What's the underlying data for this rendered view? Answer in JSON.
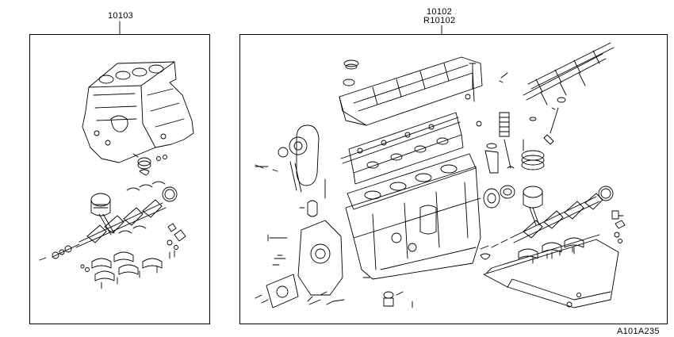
{
  "labels": {
    "part_left": "10103",
    "part_right_1": "10102",
    "part_right_2": "R10102",
    "diagram_code": "A101A235"
  }
}
